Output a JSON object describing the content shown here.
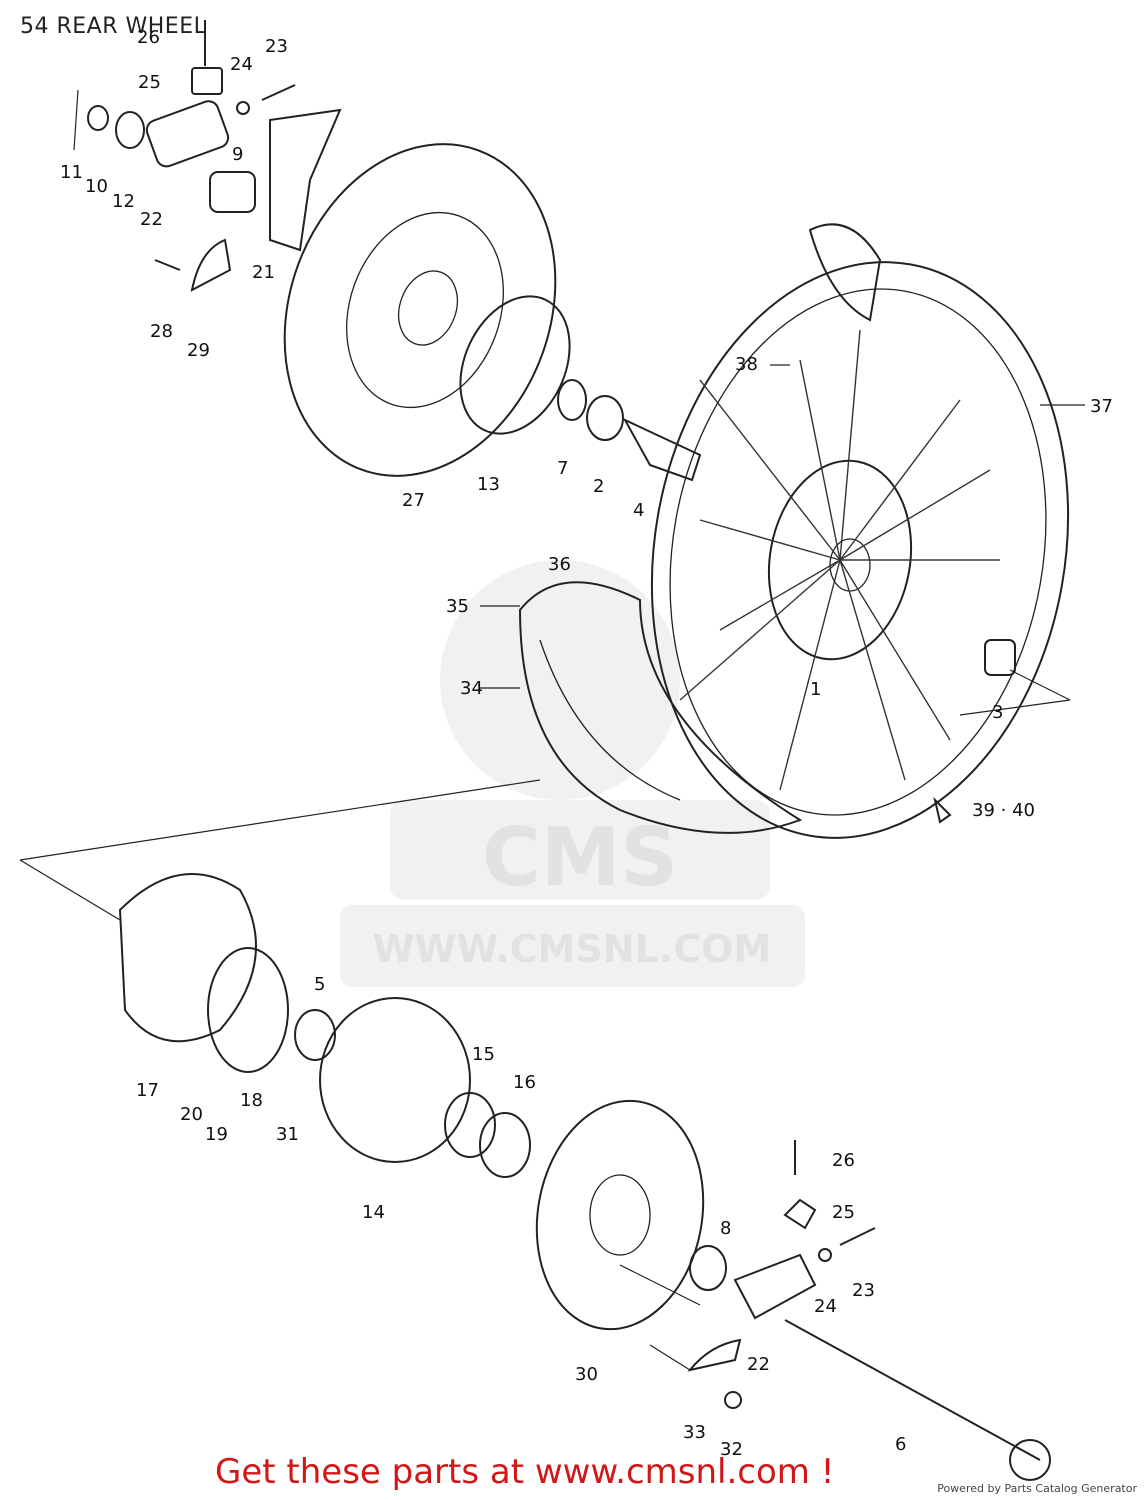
{
  "title": "54 REAR WHEEL",
  "watermark": {
    "brand": "CMS",
    "url": "WWW.CMSNL.COM"
  },
  "footer": {
    "cta": "Get these parts at www.cmsnl.com !",
    "powered_by": "Powered by Parts Catalog Generator"
  },
  "callouts": [
    {
      "id": "c-26a",
      "label": "26"
    },
    {
      "id": "c-23a",
      "label": "23"
    },
    {
      "id": "c-25a",
      "label": "25"
    },
    {
      "id": "c-24a",
      "label": "24"
    },
    {
      "id": "c-11",
      "label": "11"
    },
    {
      "id": "c-10",
      "label": "10"
    },
    {
      "id": "c-12",
      "label": "12"
    },
    {
      "id": "c-22a",
      "label": "22"
    },
    {
      "id": "c-9",
      "label": "9"
    },
    {
      "id": "c-21",
      "label": "21"
    },
    {
      "id": "c-28",
      "label": "28"
    },
    {
      "id": "c-29",
      "label": "29"
    },
    {
      "id": "c-27",
      "label": "27"
    },
    {
      "id": "c-13",
      "label": "13"
    },
    {
      "id": "c-7",
      "label": "7"
    },
    {
      "id": "c-2",
      "label": "2"
    },
    {
      "id": "c-4",
      "label": "4"
    },
    {
      "id": "c-38",
      "label": "38"
    },
    {
      "id": "c-37",
      "label": "37"
    },
    {
      "id": "c-36",
      "label": "36"
    },
    {
      "id": "c-35",
      "label": "35"
    },
    {
      "id": "c-34",
      "label": "34"
    },
    {
      "id": "c-1",
      "label": "1"
    },
    {
      "id": "c-3",
      "label": "3"
    },
    {
      "id": "c-3940",
      "label": "39 · 40"
    },
    {
      "id": "c-5",
      "label": "5"
    },
    {
      "id": "c-17",
      "label": "17"
    },
    {
      "id": "c-20",
      "label": "20"
    },
    {
      "id": "c-19",
      "label": "19"
    },
    {
      "id": "c-18",
      "label": "18"
    },
    {
      "id": "c-31",
      "label": "31"
    },
    {
      "id": "c-15",
      "label": "15"
    },
    {
      "id": "c-16",
      "label": "16"
    },
    {
      "id": "c-14",
      "label": "14"
    },
    {
      "id": "c-26b",
      "label": "26"
    },
    {
      "id": "c-25b",
      "label": "25"
    },
    {
      "id": "c-8",
      "label": "8"
    },
    {
      "id": "c-23b",
      "label": "23"
    },
    {
      "id": "c-24b",
      "label": "24"
    },
    {
      "id": "c-22b",
      "label": "22"
    },
    {
      "id": "c-30",
      "label": "30"
    },
    {
      "id": "c-33",
      "label": "33"
    },
    {
      "id": "c-32",
      "label": "32"
    },
    {
      "id": "c-6",
      "label": "6"
    }
  ]
}
